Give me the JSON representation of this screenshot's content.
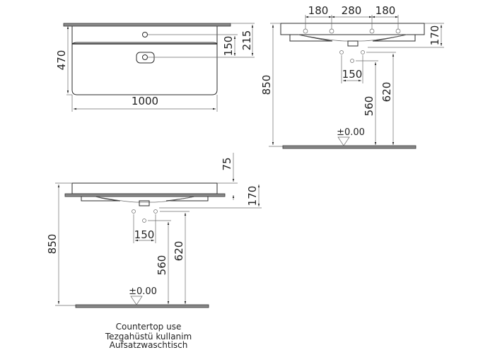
{
  "top_view": {
    "width": "1000",
    "depth": "470",
    "tap_hole_offset": "215",
    "drain_offset": "150"
  },
  "side_view_wall": {
    "tap_spacing": [
      "180",
      "280",
      "180"
    ],
    "rim_height": "170",
    "overall_height": "850",
    "waste_spacing": "150",
    "waste_height_low": "560",
    "waste_height_high": "620",
    "floor_level": "±0.00"
  },
  "side_view_countertop": {
    "above_counter": "75",
    "rim_height": "170",
    "overall_height": "850",
    "waste_spacing": "150",
    "waste_height_low": "560",
    "waste_height_high": "620",
    "floor_level": "±0.00"
  },
  "caption": {
    "line1": "Countertop  use",
    "line2": "Tezgahüstü  kullanim",
    "line3": "Aufsatzwaschtisch"
  }
}
